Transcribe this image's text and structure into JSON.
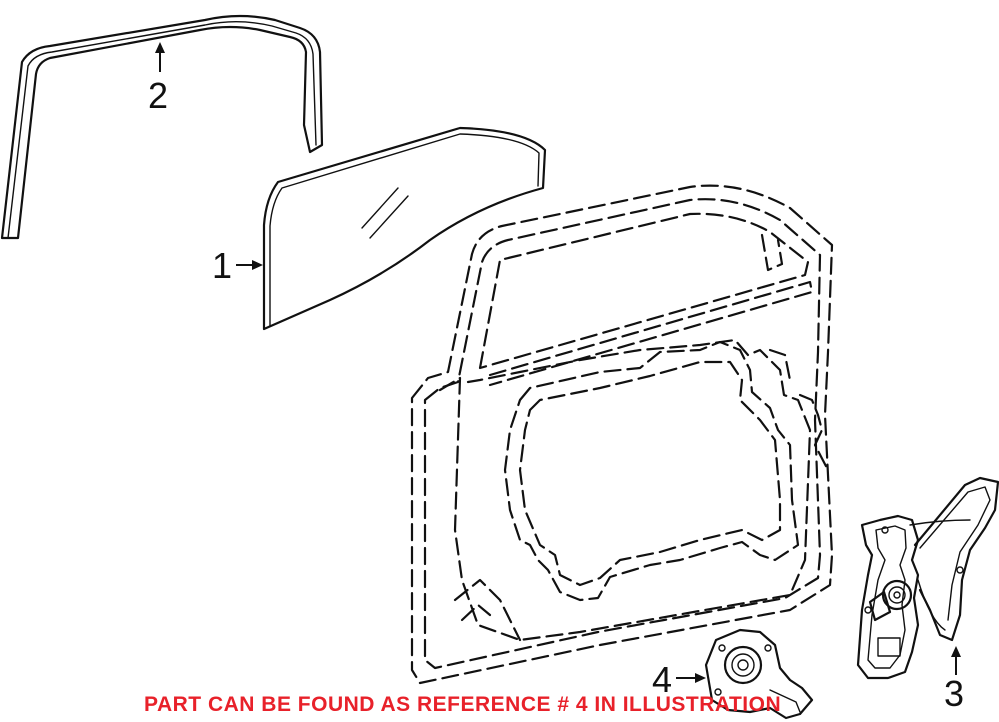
{
  "callouts": {
    "part1": "1",
    "part2": "2",
    "part3": "3",
    "part4": "4"
  },
  "caption": "PART CAN BE FOUND AS REFERENCE # 4 IN ILLUSTRATION",
  "colors": {
    "caption": "#e8212a",
    "line": "#111111",
    "background": "#ffffff"
  }
}
